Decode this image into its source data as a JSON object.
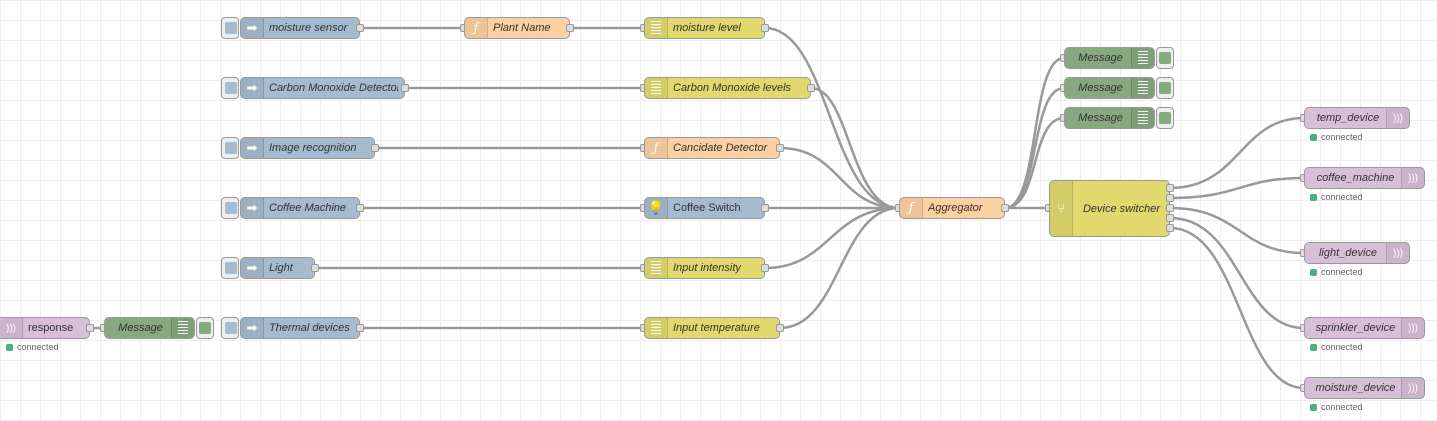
{
  "colors": {
    "inject": "#a6bbcf",
    "function": "#fdd0a2",
    "debug": "#87a980",
    "change": "#e2d96e",
    "switch": "#e2d96e",
    "websocket": "#d7d7a0",
    "websocket_out": "#d8bfd8",
    "connected": "#4caf7d"
  },
  "nodes": {
    "moisture_sensor": {
      "label": "moisture sensor",
      "icon": "inject-arrow-icon"
    },
    "carbon_monoxide_detector": {
      "label": "Carbon Monoxide Detector",
      "icon": "inject-arrow-icon"
    },
    "image_recognition": {
      "label": "Image recognition",
      "icon": "inject-arrow-icon"
    },
    "coffee_machine": {
      "label": "Coffee Machine",
      "icon": "inject-arrow-icon"
    },
    "light": {
      "label": "Light",
      "icon": "inject-arrow-icon"
    },
    "thermal_devices": {
      "label": "Thermal devices",
      "icon": "inject-arrow-icon"
    },
    "plant_name": {
      "label": "Plant Name",
      "icon": "function-icon"
    },
    "moisture_level": {
      "label": "moisture level",
      "icon": "list-icon"
    },
    "carbon_monoxide_levels": {
      "label": "Carbon Monoxide levels",
      "icon": "list-icon"
    },
    "cancidate_detector": {
      "label": "Cancidate Detector",
      "icon": "function-icon"
    },
    "coffee_switch": {
      "label": "Coffee Switch",
      "icon": "bulb-icon"
    },
    "input_intensity": {
      "label": "Input intensity",
      "icon": "list-icon"
    },
    "input_temperature": {
      "label": "Input temperature",
      "icon": "list-icon"
    },
    "aggregator": {
      "label": "Aggregator",
      "icon": "function-icon"
    },
    "device_switcher": {
      "label": "Device switcher",
      "icon": "switch-icon"
    },
    "message_1": {
      "label": "Message",
      "icon": "debug-list-icon"
    },
    "message_2": {
      "label": "Message",
      "icon": "debug-list-icon"
    },
    "message_3": {
      "label": "Message",
      "icon": "debug-list-icon"
    },
    "message_response": {
      "label": "Message",
      "icon": "debug-list-icon"
    },
    "response": {
      "label": "response",
      "icon": "websocket-icon",
      "status": "connected"
    },
    "temp_device": {
      "label": "temp_device",
      "icon": "websocket-icon",
      "status": "connected"
    },
    "coffee_machine_out": {
      "label": "coffee_machine",
      "icon": "websocket-icon",
      "status": "connected"
    },
    "light_device": {
      "label": "light_device",
      "icon": "websocket-icon",
      "status": "connected"
    },
    "sprinkler_device": {
      "label": "sprinkler_device",
      "icon": "websocket-icon",
      "status": "connected"
    },
    "moisture_device": {
      "label": "moisture_device",
      "icon": "websocket-icon",
      "status": "connected"
    }
  }
}
